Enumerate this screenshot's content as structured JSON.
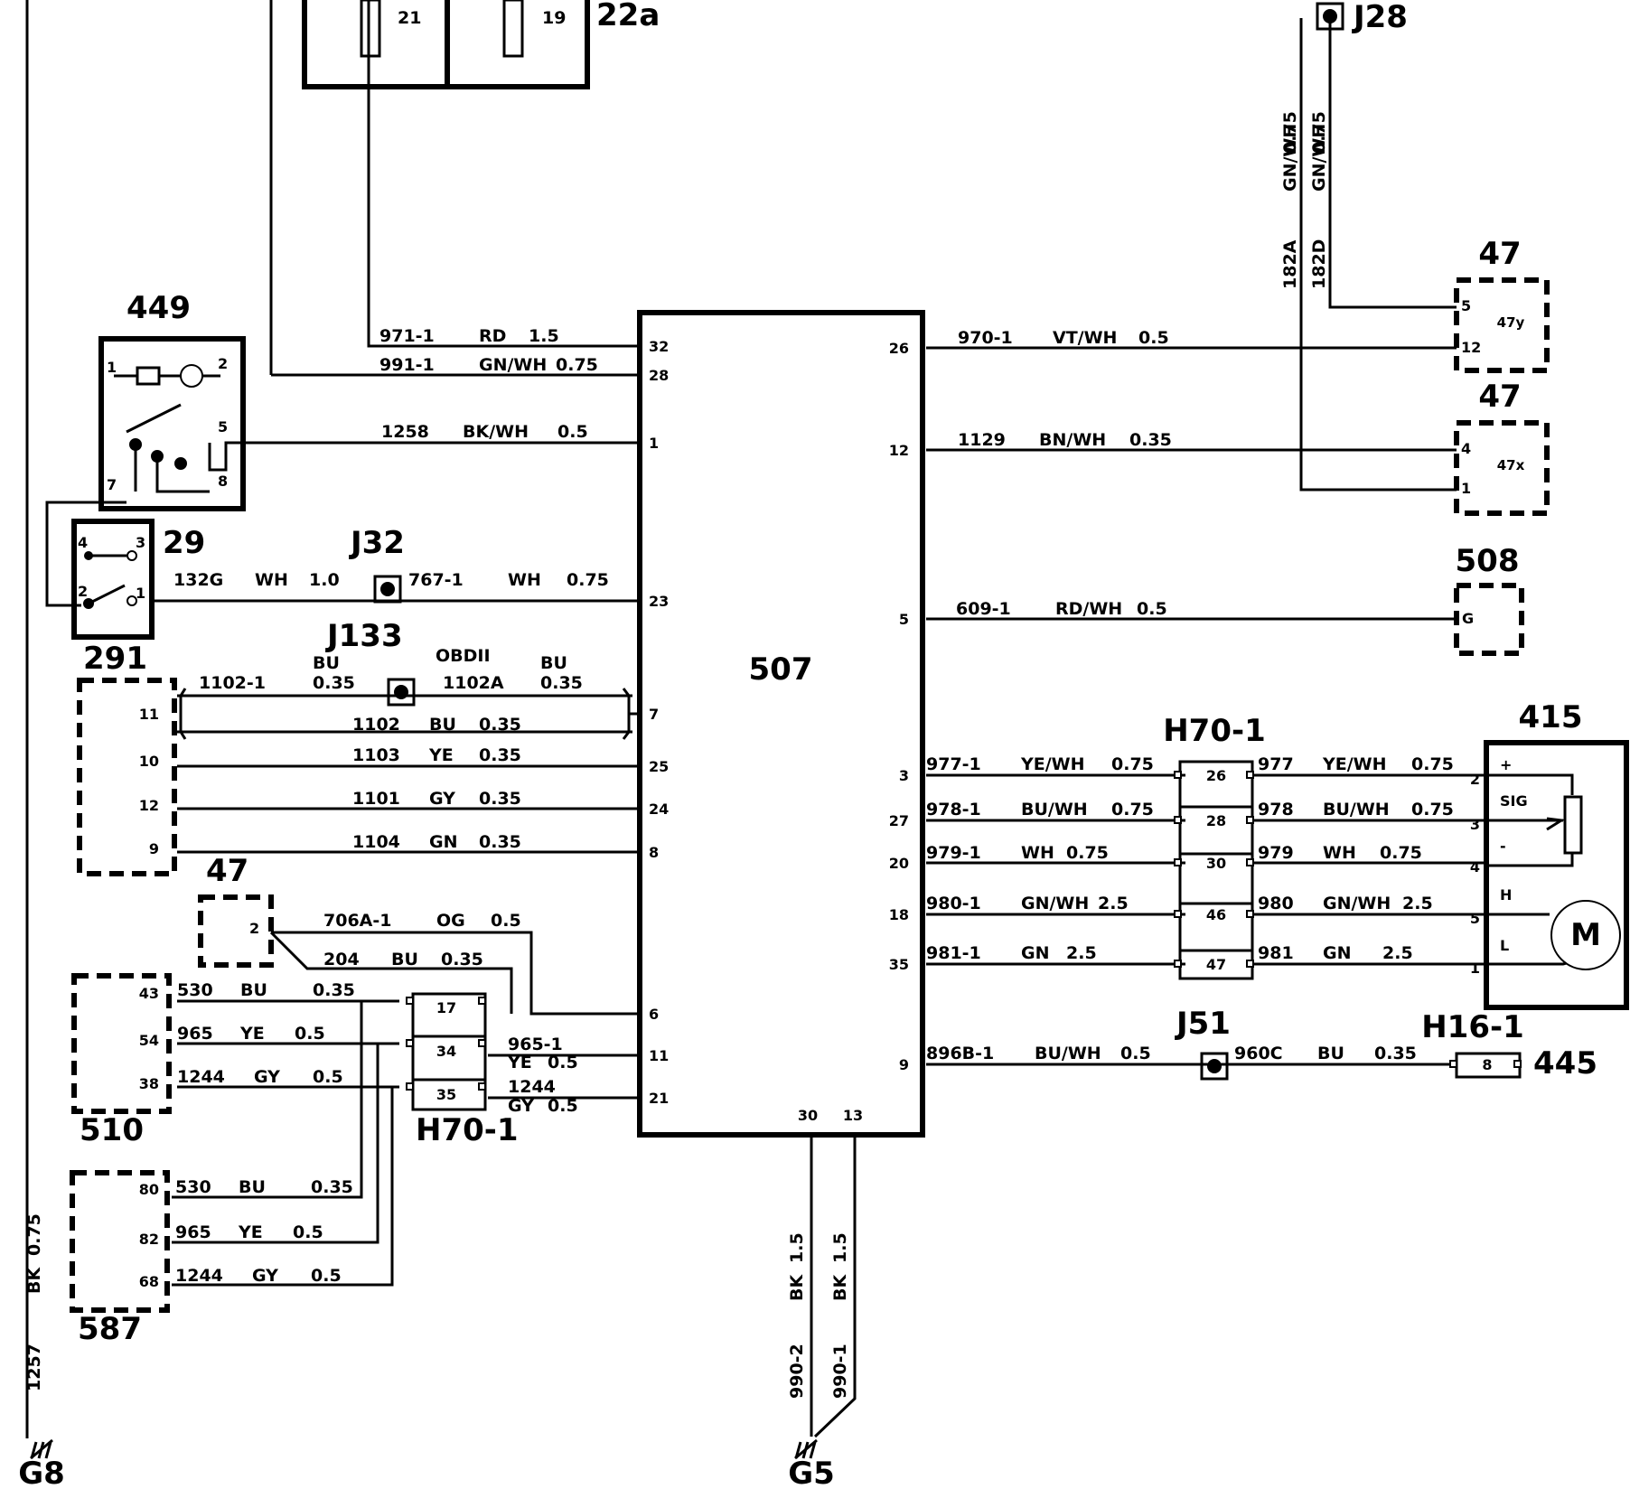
{
  "components": {
    "c22a": {
      "id": "22a",
      "pins": [
        "21",
        "19"
      ]
    },
    "c449": {
      "id": "449",
      "pins": [
        "1",
        "2",
        "5",
        "7",
        "8"
      ]
    },
    "c29": {
      "id": "29",
      "pins": [
        "4",
        "3",
        "2",
        "1"
      ]
    },
    "c291": {
      "id": "291",
      "pins": [
        "11",
        "10",
        "12",
        "9"
      ]
    },
    "c47a": {
      "id": "47",
      "pins": [
        "2"
      ]
    },
    "c510": {
      "id": "510",
      "pins": [
        "43",
        "54",
        "38"
      ]
    },
    "c587": {
      "id": "587",
      "pins": [
        "80",
        "82",
        "68"
      ]
    },
    "h70L": {
      "id": "H70-1",
      "pins": [
        "17",
        "34",
        "35"
      ]
    },
    "ecu": {
      "id": "507",
      "left_pins": [
        "32",
        "28",
        "1",
        "23",
        "7",
        "25",
        "24",
        "8",
        "6",
        "11",
        "21"
      ],
      "right_pins": [
        "26",
        "12",
        "5",
        "3",
        "27",
        "20",
        "18",
        "35",
        "9"
      ],
      "bottom_pins": [
        "30",
        "13"
      ]
    },
    "c47y": {
      "id": "47",
      "sub": "47y",
      "pins": [
        "5",
        "12"
      ]
    },
    "c47x": {
      "id": "47",
      "sub": "47x",
      "pins": [
        "4",
        "1"
      ]
    },
    "c508": {
      "id": "508",
      "pins": [
        "G"
      ]
    },
    "h70R": {
      "id": "H70-1",
      "pins": [
        "26",
        "28",
        "30",
        "46",
        "47"
      ]
    },
    "c415": {
      "id": "415",
      "pins": [
        "2",
        "3",
        "4",
        "5",
        "1"
      ],
      "terms": [
        "+",
        "SIG",
        "-",
        "H",
        "L"
      ],
      "motor": "M"
    },
    "h16": {
      "id": "H16-1",
      "pin": "8"
    },
    "c445": {
      "id": "445"
    }
  },
  "junctions": {
    "j28": "J28",
    "j32": "J32",
    "j133": "J133",
    "obd": "OBDII",
    "j51": "J51"
  },
  "grounds": {
    "g8": "G8",
    "g5": "G5"
  },
  "wires": {
    "w971": [
      "971-1",
      "RD",
      "1.5"
    ],
    "w991": [
      "991-1",
      "GN/WH",
      "0.75"
    ],
    "w1258": [
      "1258",
      "BK/WH",
      "0.5"
    ],
    "w132g": [
      "132G",
      "WH",
      "1.0"
    ],
    "w767": [
      "767-1",
      "WH",
      "0.75"
    ],
    "w1102_1": [
      "1102-1",
      "BU",
      "0.35"
    ],
    "w1102a": [
      "1102A",
      "BU",
      "0.35"
    ],
    "w1102": [
      "1102",
      "BU",
      "0.35"
    ],
    "w1103": [
      "1103",
      "YE",
      "0.35"
    ],
    "w1101": [
      "1101",
      "GY",
      "0.35"
    ],
    "w1104": [
      "1104",
      "GN",
      "0.35"
    ],
    "w706a": [
      "706A-1",
      "OG",
      "0.5"
    ],
    "w204": [
      "204",
      "BU",
      "0.35"
    ],
    "w530a": [
      "530",
      "BU",
      "0.35"
    ],
    "w965a": [
      "965",
      "YE",
      "0.5"
    ],
    "w1244a": [
      "1244",
      "GY",
      "0.5"
    ],
    "w965_1": [
      "965-1",
      "YE",
      "0.5"
    ],
    "w1244b": [
      "1244",
      "GY",
      "0.5"
    ],
    "w530b": [
      "530",
      "BU",
      "0.35"
    ],
    "w965b": [
      "965",
      "YE",
      "0.5"
    ],
    "w1244c": [
      "1244",
      "GY",
      "0.5"
    ],
    "w1257": [
      "1257",
      "BK",
      "0.75"
    ],
    "w990_2": [
      "990-2",
      "BK",
      "1.5"
    ],
    "w990_1": [
      "990-1",
      "BK",
      "1.5"
    ],
    "w970": [
      "970-1",
      "VT/WH",
      "0.5"
    ],
    "w1129": [
      "1129",
      "BN/WH",
      "0.35"
    ],
    "w609": [
      "609-1",
      "RD/WH",
      "0.5"
    ],
    "w977_1": [
      "977-1",
      "YE/WH",
      "0.75"
    ],
    "w977": [
      "977",
      "YE/WH",
      "0.75"
    ],
    "w978_1": [
      "978-1",
      "BU/WH",
      "0.75"
    ],
    "w978": [
      "978",
      "BU/WH",
      "0.75"
    ],
    "w979_1": [
      "979-1",
      "WH",
      "0.75"
    ],
    "w979": [
      "979",
      "WH",
      "0.75"
    ],
    "w980_1": [
      "980-1",
      "GN/WH",
      "2.5"
    ],
    "w980": [
      "980",
      "GN/WH",
      "2.5"
    ],
    "w981_1": [
      "981-1",
      "GN",
      "2.5"
    ],
    "w981": [
      "981",
      "GN",
      "2.5"
    ],
    "w896b": [
      "896B-1",
      "BU/WH",
      "0.5"
    ],
    "w960c": [
      "960C",
      "BU",
      "0.35"
    ],
    "w182a": [
      "182A",
      "GN/WH",
      "0.75"
    ],
    "w182d": [
      "182D",
      "GN/WH",
      "0.75"
    ]
  }
}
